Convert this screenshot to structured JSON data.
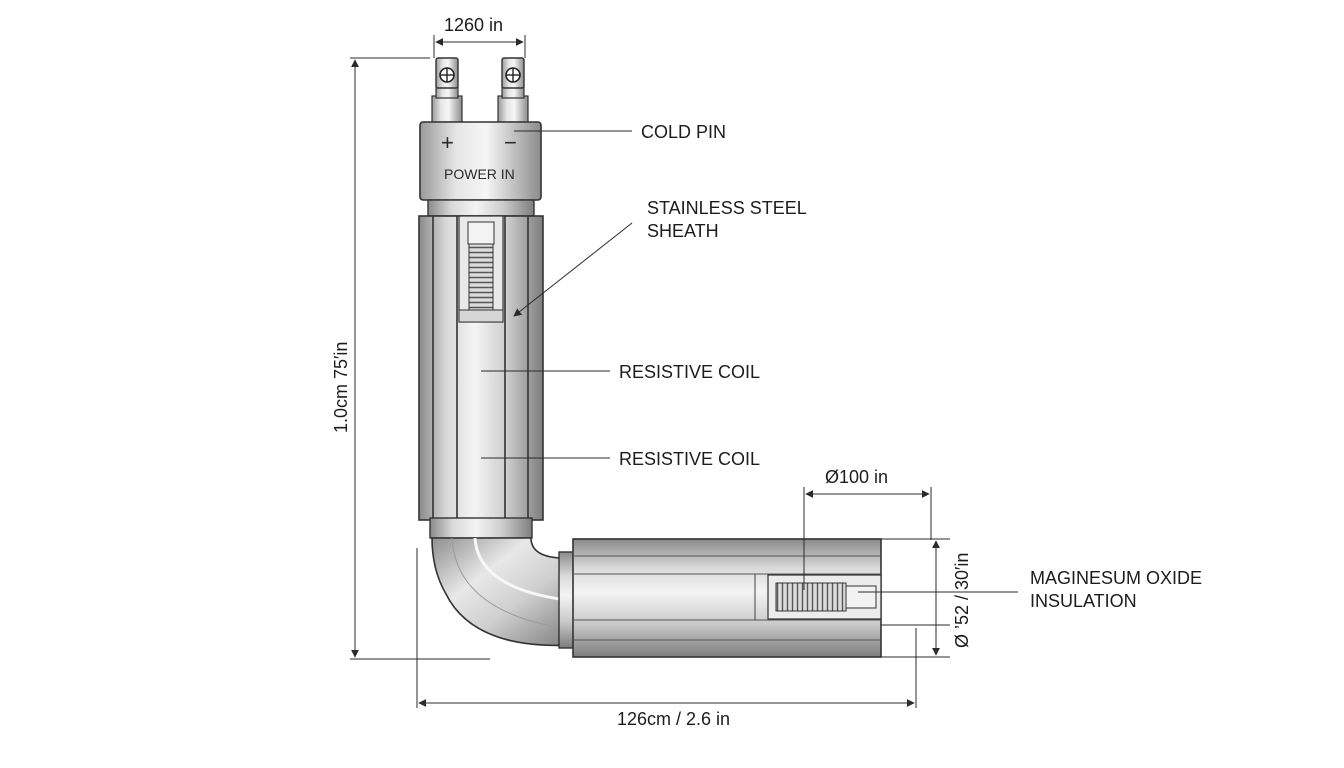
{
  "diagram": {
    "top_dimension": "1260 in",
    "height_dimension": "1.0cm 75′in",
    "bottom_dimension": "126cm / 2.6 in",
    "diameter_dimension": "Ø100 in",
    "side_dimension": "Ø ’52 / 30′in",
    "plus_sign": "+",
    "minus_sign": "−",
    "power_label": "POWER IN",
    "callouts": {
      "cold_pin": "COLD PIN",
      "sheath_line1": "STAINLESS STEEL",
      "sheath_line2": "SHEATH",
      "coil_1": "RESISTIVE COIL",
      "coil_2": "RESISTIVE COIL",
      "insulation_line1": "MAGINESUM OXIDE",
      "insulation_line2": "INSULATION"
    }
  },
  "colors": {
    "metal_dark": "#8e8e8e",
    "metal_light": "#f2f2f2",
    "line": "#2b2b2b"
  }
}
